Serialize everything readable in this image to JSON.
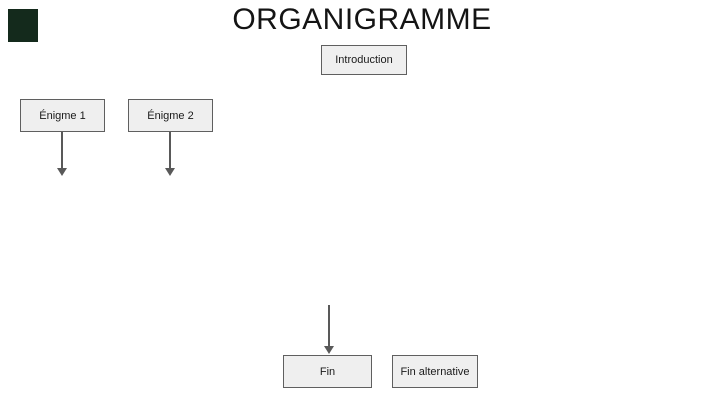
{
  "page": {
    "title": "ORGANIGRAMME",
    "background": "#ffffff"
  },
  "colors": {
    "box_fill": "#efefef",
    "box_border": "#5f5f5f",
    "arrow": "#595959",
    "title_text": "#141414",
    "label_text": "#1a1a1a",
    "thumbnail_fill": "#142a1c"
  },
  "nodes": {
    "introduction": {
      "label": "Introduction"
    },
    "enigme1": {
      "label": "Énigme 1"
    },
    "enigme2": {
      "label": "Énigme 2"
    },
    "fin": {
      "label": "Fin"
    },
    "fin_alternative": {
      "label": "Fin alternative"
    }
  },
  "arrows": [
    {
      "from": "enigme1",
      "to": "",
      "direction": "down"
    },
    {
      "from": "enigme2",
      "to": "",
      "direction": "down"
    },
    {
      "from": "",
      "to": "fin",
      "direction": "down"
    }
  ]
}
